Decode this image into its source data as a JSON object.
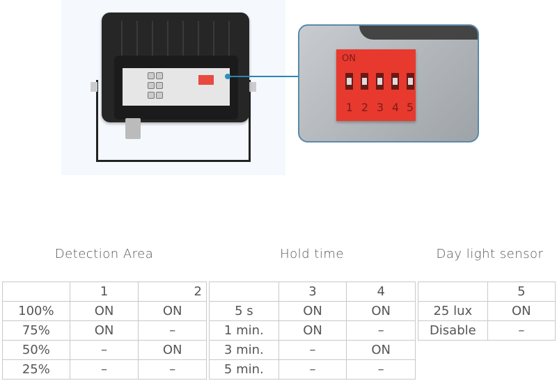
{
  "dip_switch": {
    "on_label": "ON",
    "numbers": [
      "1",
      "2",
      "3",
      "4",
      "5"
    ],
    "body_color": "#e8392f",
    "callout_color": "#2a86b3"
  },
  "detection_area": {
    "title": "Detection Area",
    "header": [
      "",
      "1",
      "2"
    ],
    "rows": [
      [
        "100%",
        "ON",
        "ON"
      ],
      [
        "75%",
        "ON",
        "–"
      ],
      [
        "50%",
        "–",
        "ON"
      ],
      [
        "25%",
        "–",
        "–"
      ]
    ]
  },
  "hold_time": {
    "title": "Hold time",
    "header": [
      "",
      "3",
      "4"
    ],
    "rows": [
      [
        "5 s",
        "ON",
        "ON"
      ],
      [
        "1 min.",
        "ON",
        "–"
      ],
      [
        "3 min.",
        "–",
        "ON"
      ],
      [
        "5 min.",
        "–",
        "–"
      ]
    ]
  },
  "day_light_sensor": {
    "title": "Day light sensor",
    "header": [
      "",
      "5"
    ],
    "rows": [
      [
        "25 lux",
        "ON"
      ],
      [
        "Disable",
        "–"
      ]
    ]
  }
}
